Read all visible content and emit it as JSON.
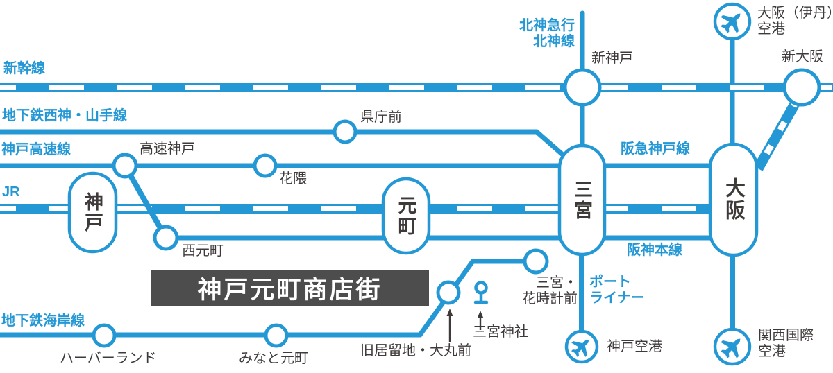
{
  "colors": {
    "line_blue": "#2498D5",
    "text_dark": "#3E3A39",
    "banner_bg": "#4D4D4D",
    "banner_fg": "#FFFFFF"
  },
  "icons": {
    "airport": "airplane-icon",
    "shrine": "shrine-icon",
    "pointer": "up-arrow-icon"
  },
  "banner": {
    "label": "神戸元町商店街"
  },
  "lines": {
    "shinkansen": "新幹線",
    "seishin_yamate": "地下鉄西神・山手線",
    "kobe_kosoku": "神戸高速線",
    "jr": "JR",
    "kaigan": "地下鉄海岸線",
    "hokushin_l1": "北神急行",
    "hokushin_l2": "北神線",
    "hankyu": "阪急神戸線",
    "hanshin": "阪神本線",
    "portliner_l1": "ポート",
    "portliner_l2": "ライナー"
  },
  "stations": {
    "kobe": "神戸",
    "motomachi": "元町",
    "sannomiya": "三宮",
    "osaka": "大阪",
    "shin_kobe": "新神戸",
    "shin_osaka": "新大阪",
    "kencho_mae": "県庁前",
    "kosoku_kobe": "高速神戸",
    "hanakuma": "花隈",
    "nishi_motomachi": "西元町",
    "harborland": "ハーバーランド",
    "minato_motomachi": "みなと元町",
    "kyukyoryuchi": "旧居留地・大丸前",
    "hanadokei_l1": "三宮・",
    "hanadokei_l2": "花時計前",
    "shrine": "三宮神社"
  },
  "airports": {
    "itami_l1": "大阪（伊丹）",
    "itami_l2": "空港",
    "kobe_airport": "神戸空港",
    "kansai_l1": "関西国際",
    "kansai_l2": "空港"
  }
}
